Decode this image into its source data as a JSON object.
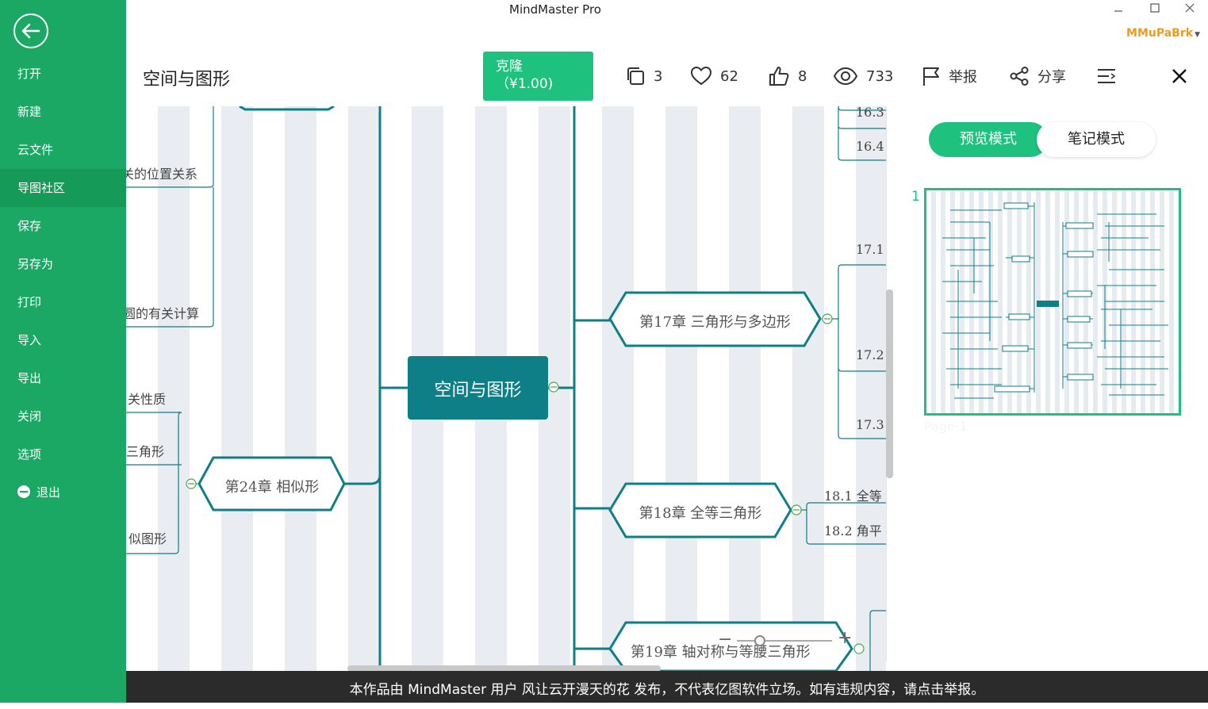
{
  "window": {
    "title": "MindMaster Pro",
    "user": "MMuPaBrk"
  },
  "sidebar": {
    "items": [
      {
        "label": "打开"
      },
      {
        "label": "新建"
      },
      {
        "label": "云文件"
      },
      {
        "label": "导图社区"
      },
      {
        "label": "保存"
      },
      {
        "label": "另存为"
      },
      {
        "label": "打印"
      },
      {
        "label": "导入"
      },
      {
        "label": "导出"
      },
      {
        "label": "关闭"
      },
      {
        "label": "选项"
      },
      {
        "label": "退出"
      }
    ]
  },
  "header": {
    "doc_title": "空间与图形",
    "clone_label": "克隆",
    "clone_price": "（¥1.00)",
    "pages_count": "3",
    "likes": "62",
    "thumbs": "8",
    "views": "733",
    "report_label": "举报",
    "share_label": "分享"
  },
  "canvas": {
    "center": "空间与图形",
    "left_topics": [
      "第24章  相似形"
    ],
    "left_fragments": [
      "关的位置关系",
      "圆的有关计算",
      "关性质",
      "三角形",
      "似图形"
    ],
    "right_topics": [
      "第17章  三角形与多边形",
      "第18章  全等三角形",
      "第19章  轴对称与等腰三角形"
    ],
    "right_fragments": [
      "16.3",
      "16.4",
      "17.1",
      "17.2",
      "17.3",
      "18.1  全等",
      "18.2  角平"
    ]
  },
  "panel": {
    "preview_mode": "预览模式",
    "note_mode": "笔记模式",
    "page_number": "1",
    "page_label": "Page-1"
  },
  "footer": {
    "text": "本作品由 MindMaster 用户 风让云开漫天的花 发布，不代表亿图软件立场。如有违规内容，请点击举报。"
  },
  "colors": {
    "sidebar": "#1aa864",
    "accent": "#1ec17e",
    "teal": "#0e7f87",
    "user": "#f29a1c"
  }
}
